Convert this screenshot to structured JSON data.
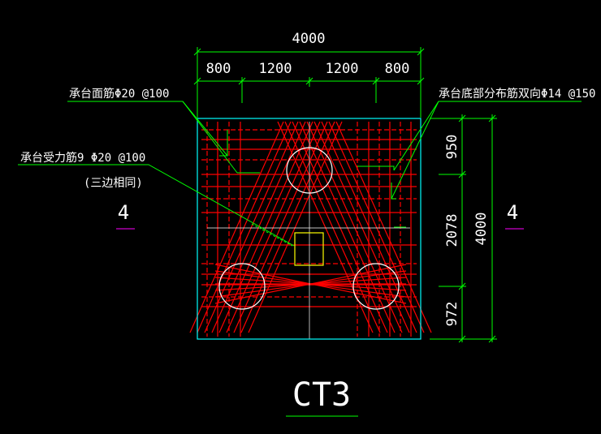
{
  "drawing": {
    "title": "CT3",
    "dimensions": {
      "top_total": "4000",
      "top_segments": [
        "800",
        "1200",
        "1200",
        "800"
      ],
      "right_total": "4000",
      "right_segments": [
        "950",
        "2078",
        "972"
      ]
    },
    "annotations": {
      "top_rebar": "承台面筋Φ20 @100",
      "bottom_rebar": "承台底部分布筋双向Φ14 @150",
      "main_rebar": "承台受力筋9 Φ20 @100",
      "main_rebar_note": "(三边相同)"
    },
    "section_marks": {
      "left": "4",
      "right": "4"
    },
    "colors": {
      "background": "#000000",
      "outline": "#00ffff",
      "rebar": "#ff0000",
      "dimension": "#00ff00",
      "text": "#ffffff",
      "column": "#ffff00",
      "section_mark": "#ff00ff"
    }
  }
}
